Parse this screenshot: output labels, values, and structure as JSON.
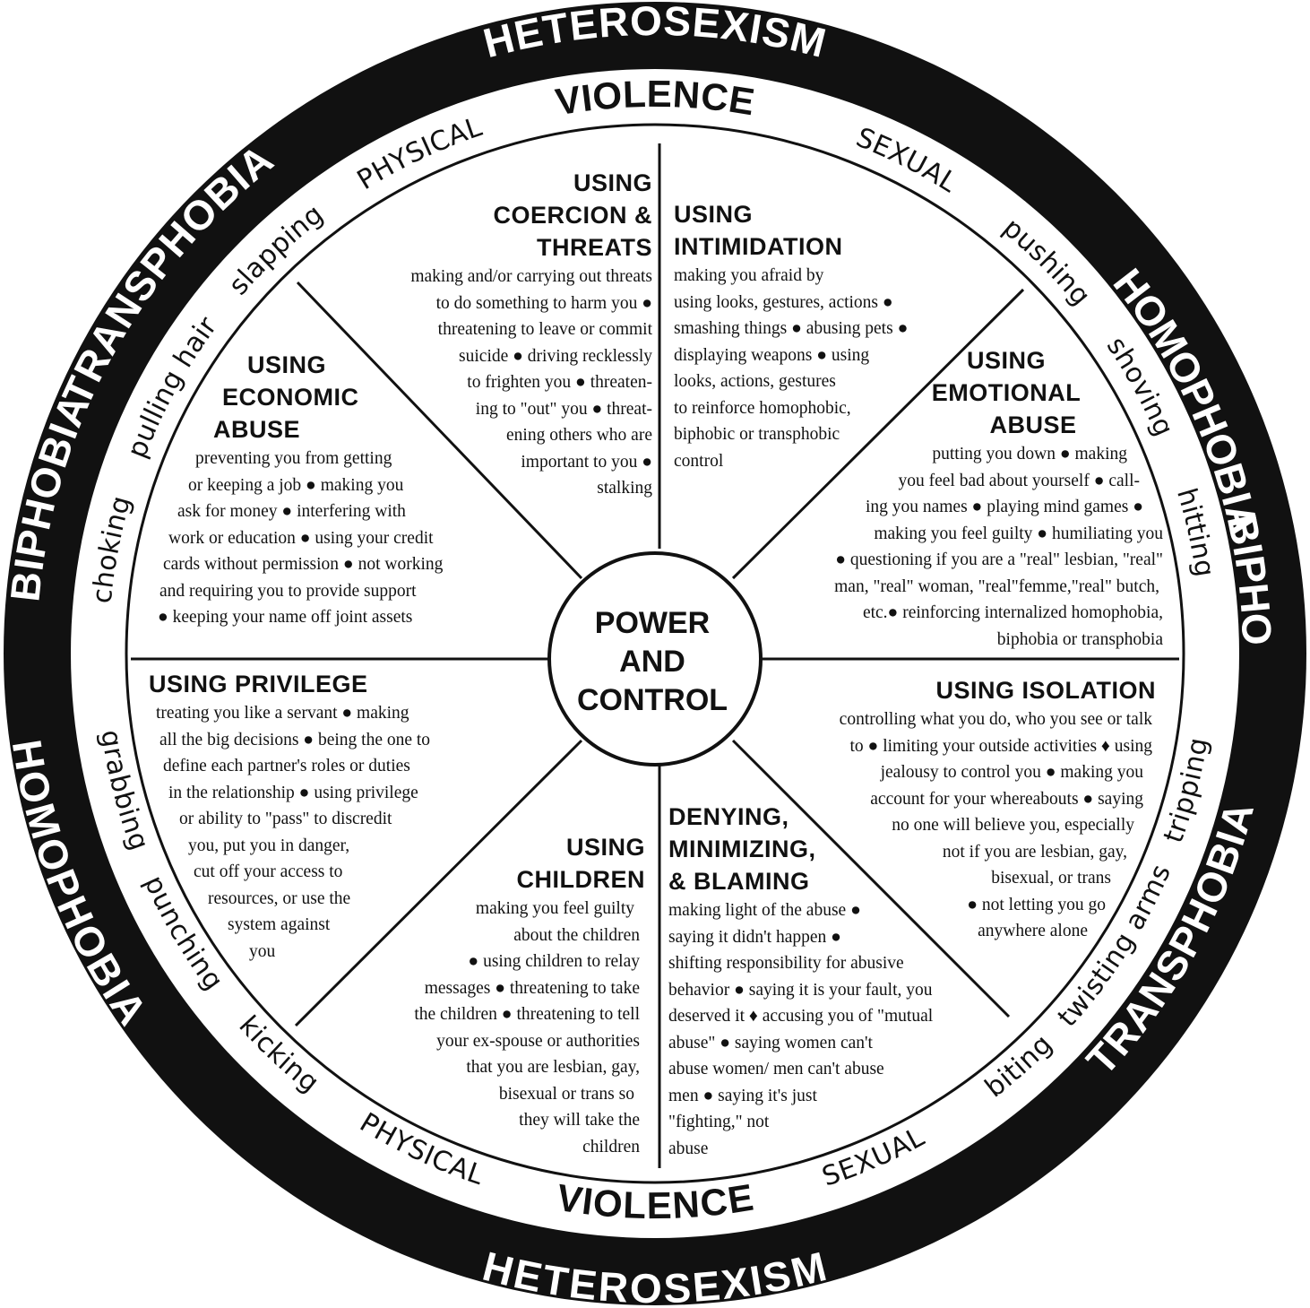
{
  "outer_ring": {
    "heterosexism_top": "HETEROSEXISM",
    "heterosexism_bottom": "HETEROSEXISM",
    "homophobia_right": "HOMOPHOBIA",
    "biphobia_right": "BIPHOBIA",
    "transphobia_right": "TRANSPHOBIA",
    "transphobia_left": "TRANSPHOBIA",
    "biphobia_left": "BIPHOBIA",
    "homophobia_left": "HOMOPHOBIA"
  },
  "violence_band": {
    "violence_top": "VIOLENCE",
    "violence_bottom": "VIOLENCE",
    "physical_top": "PHYSICAL",
    "physical_bottom": "PHYSICAL",
    "sexual_top": "SEXUAL",
    "sexual_bottom": "SEXUAL",
    "words": {
      "slapping": "slapping",
      "pulling_hair": "pulling hair",
      "choking": "choking",
      "grabbing": "grabbing",
      "punching": "punching",
      "kicking": "kicking",
      "pushing": "pushing",
      "shoving": "shoving",
      "hitting": "hitting",
      "tripping": "tripping",
      "twisting_arms": "twisting arms",
      "biting": "biting"
    }
  },
  "hub": {
    "line1": "POWER",
    "line2": "AND",
    "line3": "CONTROL"
  },
  "sections": {
    "coercion": {
      "title": [
        "USING",
        "COERCION &",
        "THREATS"
      ],
      "lines": [
        "making and/or carrying out threats",
        "to do something to harm you ●",
        "threatening to leave or commit",
        "suicide ● driving recklessly",
        "to frighten you ● threaten-",
        "ing to \"out\" you ● threat-",
        "ening others who are",
        "important to you ●",
        "stalking"
      ]
    },
    "intimidation": {
      "title": [
        "USING",
        "INTIMIDATION"
      ],
      "lines": [
        "making you afraid by",
        "using looks, gestures, actions ●",
        "smashing things ● abusing pets ●",
        "displaying weapons ● using",
        "looks, actions, gestures",
        "to reinforce homophobic,",
        "biphobic or transphobic",
        "control"
      ]
    },
    "emotional": {
      "title": [
        "USING",
        "EMOTIONAL",
        "ABUSE"
      ],
      "lines": [
        "putting you down ● making",
        "you feel bad about yourself ● call-",
        "ing  you names ● playing mind games ●",
        "making you feel guilty ● humiliating you",
        "● questioning if you are a  \"real\" lesbian, \"real\"",
        "man, \"real\" woman, \"real\"femme,\"real\" butch,",
        "etc.● reinforcing internalized homophobia,",
        "biphobia or transphobia"
      ]
    },
    "isolation": {
      "title": [
        "USING ISOLATION"
      ],
      "lines": [
        "controlling what you do, who you see  or talk",
        "to ● limiting your outside activities ♦ using",
        "jealousy to control you ● making you",
        "account for your whereabouts ● saying",
        "no one will believe you, especially",
        "not if you are lesbian, gay,",
        "bisexual,  or  trans",
        "● not letting you go",
        "anywhere alone"
      ]
    },
    "denying": {
      "title": [
        "DENYING,",
        "MINIMIZING,",
        "& BLAMING"
      ],
      "lines": [
        "making light of the abuse ●",
        "saying it didn't happen ●",
        "shifting responsibility for abusive",
        "behavior ● saying it is your fault, you",
        "deserved it ♦ accusing you of \"mutual",
        "abuse\" ● saying women can't",
        "abuse women/ men can't abuse",
        "men ● saying it's just",
        "\"fighting,\" not",
        "abuse"
      ]
    },
    "children": {
      "title": [
        "USING",
        "CHILDREN"
      ],
      "lines": [
        "making you feel guilty",
        "about the children",
        "● using children to relay",
        "messages ● threatening to take",
        "the children ● threatening to tell",
        "your ex-spouse or authorities",
        "that you are lesbian, gay,",
        "bisexual or trans so",
        "they will take the",
        "children"
      ]
    },
    "privilege": {
      "title": [
        "USING PRIVILEGE"
      ],
      "lines": [
        "treating you like a servant ● making",
        "all the big decisions ● being the one to",
        "define each partner's roles or duties",
        "in the relationship ● using privilege",
        "or ability to \"pass\" to discredit",
        "you, put you in danger,",
        "cut off your access to",
        "resources, or use the",
        "system against",
        "you"
      ]
    },
    "economic": {
      "title": [
        "USING",
        "ECONOMIC",
        "ABUSE"
      ],
      "lines": [
        "preventing you from getting",
        "or keeping a job ● making you",
        "ask for money ● interfering with",
        "work or education ● using your credit",
        "cards without permission ● not working",
        "and requiring you to provide support",
        "● keeping your name off joint assets"
      ]
    }
  }
}
